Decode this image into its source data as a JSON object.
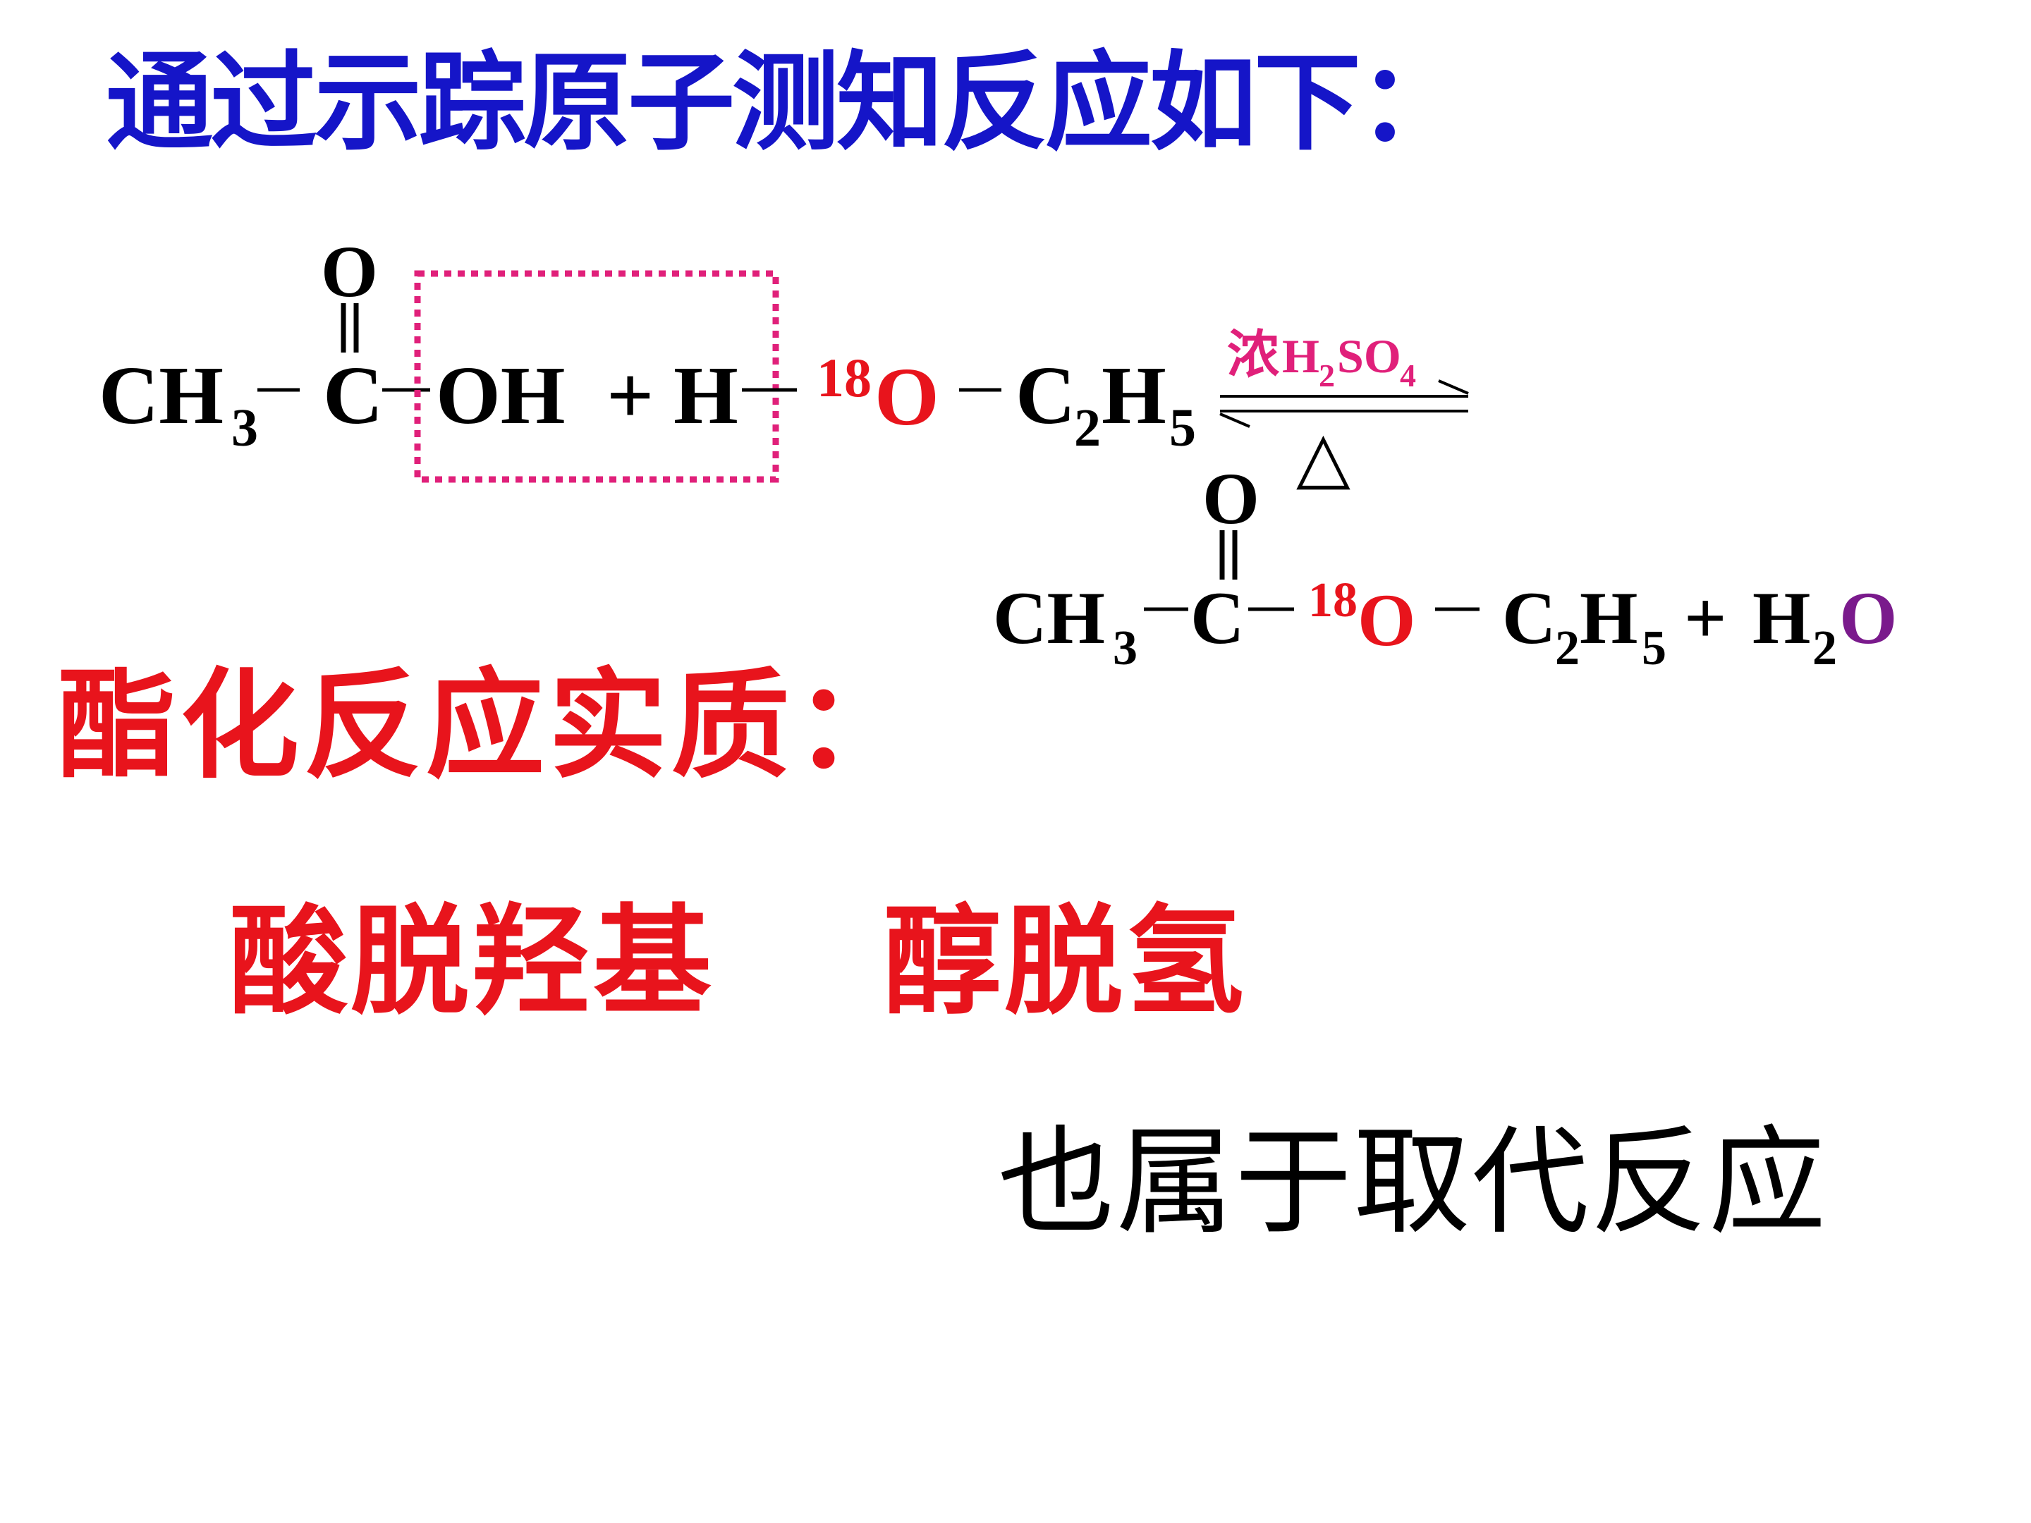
{
  "title": {
    "text": "通过示踪原子测知反应如下：",
    "color": "#1515c8"
  },
  "reaction": {
    "carbonyl_o": "O",
    "reactant1": {
      "ch": "CH",
      "ch_sub": "3",
      "c": "C",
      "oh": "OH",
      "plus": "+"
    },
    "reactant2": {
      "h": "H",
      "iso": "18",
      "o": "O",
      "c": "C",
      "c_sub": "2",
      "h2": "H",
      "h_sub": "5"
    },
    "catalyst": {
      "cn": "浓",
      "h": "H",
      "h_sub": "2",
      "so": "SO",
      "so_sub": "4",
      "color": "#e0207a"
    },
    "heat_symbol": "△",
    "product_carbonyl_o": "O",
    "product": {
      "ch": "CH",
      "ch_sub": "3",
      "c": "C",
      "iso": "18",
      "o": "O",
      "c2": "C",
      "c2_sub": "2",
      "h": "H",
      "h_sub": "5",
      "plus": "+",
      "water_h": "H",
      "water_h_sub": "2",
      "water_o": "O"
    },
    "label_color": "#e8141c",
    "water_o_color": "#7a1a8c",
    "box_color": "#e0207a"
  },
  "heading": {
    "text": "酯化反应实质：",
    "color": "#e8141c"
  },
  "points": [
    {
      "text": "酸脱羟基",
      "color": "#e8141c"
    },
    {
      "text": "醇脱氢",
      "color": "#e8141c"
    }
  ],
  "note": {
    "text": "也属于取代反应",
    "color": "#000000"
  }
}
